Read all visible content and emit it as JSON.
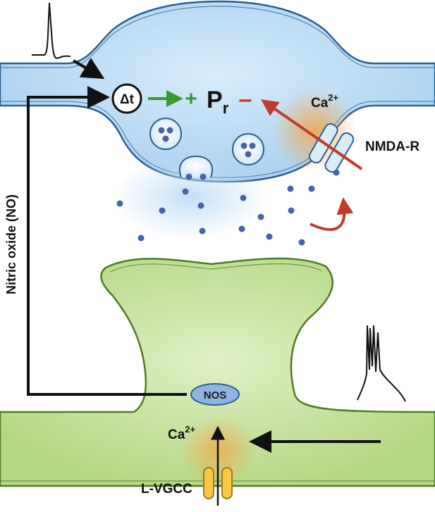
{
  "labels": {
    "delta_t": "Δt",
    "plus": "+",
    "pr_main": "P",
    "pr_sub": "r",
    "minus": "–",
    "ca_pre_base": "Ca",
    "ca_pre_sup": "2+",
    "nmda": "NMDA-R",
    "nitric_oxide": "Nitric oxide (NO)",
    "nos": "NOS",
    "ca_post_base": "Ca",
    "ca_post_sup": "2+",
    "lvgcc": "L-VGCC"
  },
  "colors": {
    "pre_fill": "#b7d9f4",
    "pre_stroke": "#2b5f95",
    "post_fill": "#b9db8a",
    "post_stroke": "#4e7a22",
    "vesicle_dot": "#4664a8",
    "green_arrow": "#3a9a2e",
    "red_arrow": "#c23a2a",
    "ca_glow": "#f2a649",
    "channel_fill": "#f7c845"
  }
}
